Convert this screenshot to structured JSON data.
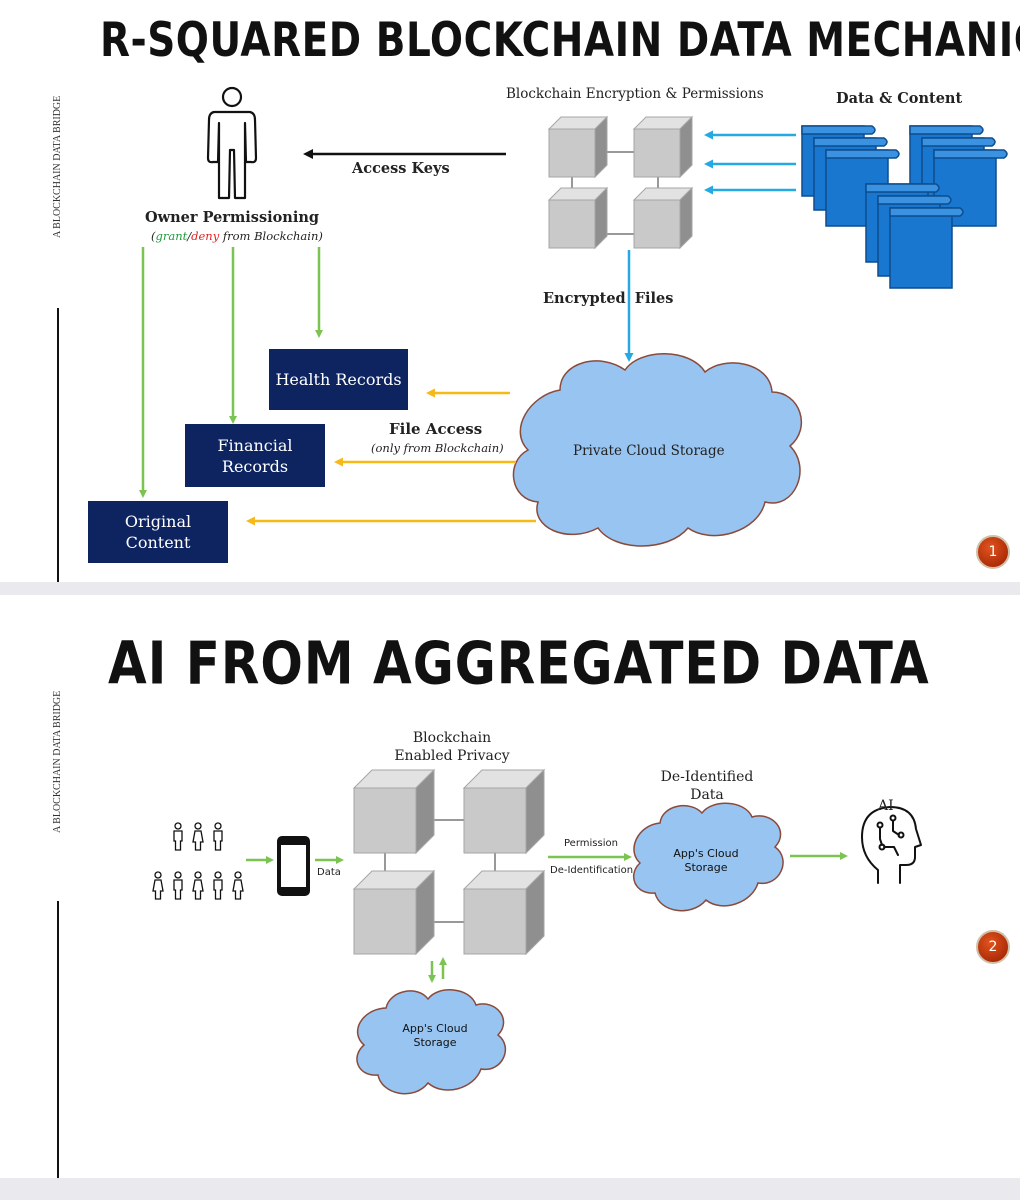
{
  "slide1": {
    "title": "R-SQUARED BLOCKCHAIN DATA MECHANICS",
    "side_label": "A BLOCKCHAIN DATA BRIDGE",
    "blockchain_label": "Blockchain Encryption & Permissions",
    "data_content_label": "Data & Content",
    "access_keys_label": "Access Keys",
    "owner_label": "Owner Permissioning",
    "owner_sub_open": "(",
    "owner_sub_grant": "grant",
    "owner_sub_slash": "/",
    "owner_sub_deny": "deny",
    "owner_sub_rest": " from Blockchain)",
    "encrypted_label_a": "Encrypted",
    "encrypted_label_b": "Files",
    "health_records": "Health Records",
    "financial_records": "Financial Records",
    "original_content": "Original Content",
    "file_access_label": "File Access",
    "file_access_sub": "(only from Blockchain)",
    "cloud_label": "Private Cloud Storage",
    "page_number": "1",
    "colors": {
      "box_navy": "#0d2461",
      "green_arrow": "#7cc452",
      "blue_arrow": "#26a8e0",
      "yellow_arrow": "#f7b917",
      "grant": "#1e9e3a",
      "deny": "#e02424",
      "cloud": "#97c4f1",
      "document_blue": "#1a77cf"
    },
    "icons": [
      "person-icon",
      "blockchain-cubes-icon",
      "documents-icon",
      "cloud-icon"
    ]
  },
  "slide2": {
    "title": "AI FROM AGGREGATED DATA",
    "side_label": "A BLOCKCHAIN DATA BRIDGE",
    "blockchain_label": "Blockchain Enabled Privacy",
    "data_label": "Data",
    "permission_label": "Permission",
    "deidentification_label": "De-Identification",
    "deidentified_label": "De-Identified Data",
    "ai_label": "AI",
    "cloud_right_label": "App's Cloud Storage",
    "cloud_bottom_label": "App's Cloud Storage",
    "page_number": "2",
    "icons": [
      "people-group-icon",
      "smartphone-icon",
      "blockchain-cubes-icon",
      "cloud-icon",
      "ai-head-icon"
    ]
  }
}
